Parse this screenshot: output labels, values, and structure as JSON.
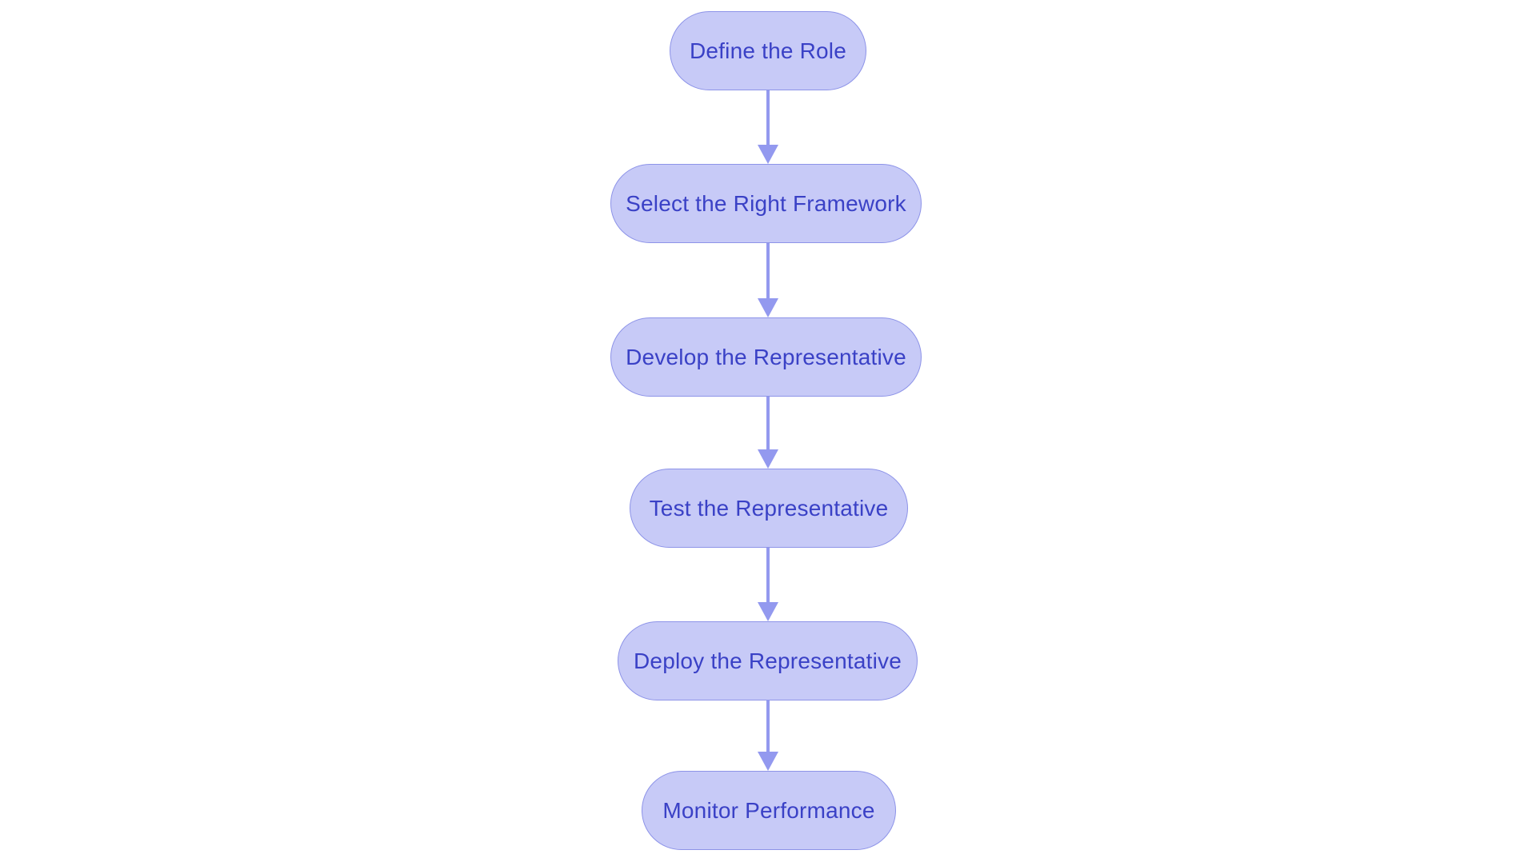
{
  "diagram": {
    "type": "flowchart",
    "direction": "top-down",
    "colors": {
      "background": "#ffffff",
      "node_fill": "#c7caf7",
      "node_border": "#8d93e8",
      "node_text": "#3a41c6",
      "arrow": "#9399ef"
    },
    "nodes": [
      {
        "id": "define-the-role",
        "label": "Define the Role"
      },
      {
        "id": "select-the-right-framework",
        "label": "Select the Right Framework"
      },
      {
        "id": "develop-the-representative",
        "label": "Develop the Representative"
      },
      {
        "id": "test-the-representative",
        "label": "Test the Representative"
      },
      {
        "id": "deploy-the-representative",
        "label": "Deploy the Representative"
      },
      {
        "id": "monitor-performance",
        "label": "Monitor Performance"
      }
    ],
    "edges": [
      {
        "from": "Define the Role",
        "to": "Select the Right Framework"
      },
      {
        "from": "Select the Right Framework",
        "to": "Develop the Representative"
      },
      {
        "from": "Develop the Representative",
        "to": "Test the Representative"
      },
      {
        "from": "Test the Representative",
        "to": "Deploy the Representative"
      },
      {
        "from": "Deploy the Representative",
        "to": "Monitor Performance"
      }
    ]
  }
}
